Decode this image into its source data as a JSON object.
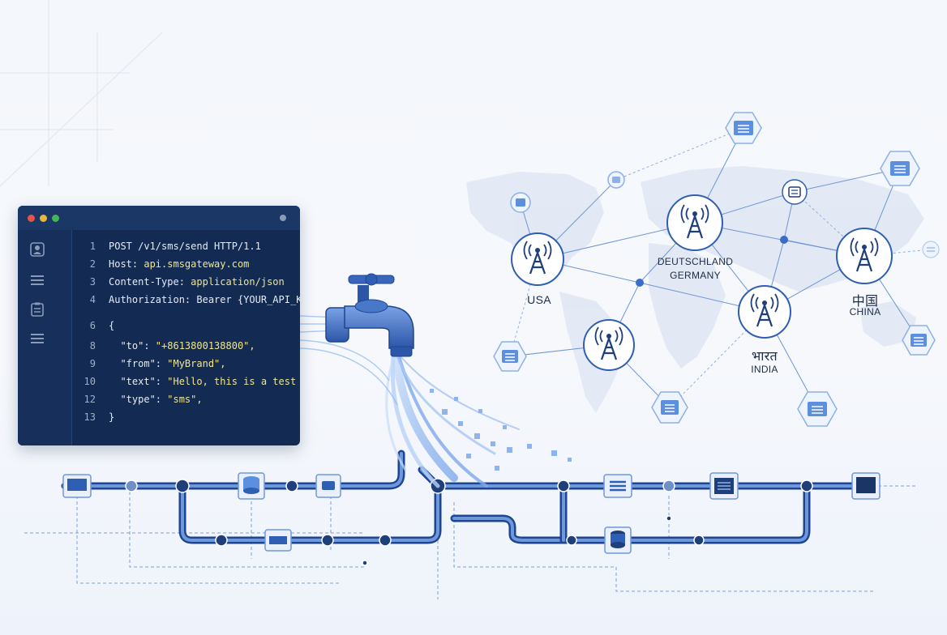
{
  "code": {
    "lines": [
      {
        "n": "1",
        "key": "POST /v1/sms/send HTTP/1.1",
        "val": ""
      },
      {
        "n": "2",
        "key": "Host: ",
        "val": "api.smsgateway.com"
      },
      {
        "n": "3",
        "key": "Content-Type: ",
        "val": "application/json"
      },
      {
        "n": "4",
        "key": "Authorization: Bearer {YOUR_API_KEY}",
        "val": ""
      },
      {
        "n": "6",
        "key": "{",
        "val": ""
      },
      {
        "n": "8",
        "key": "  \"to\": ",
        "val": "\"+8613800138800\","
      },
      {
        "n": "9",
        "key": "  \"from\": ",
        "val": "\"MyBrand\","
      },
      {
        "n": "10",
        "key": "  \"text\": ",
        "val": "\"Hello, this is a test message.\""
      },
      {
        "n": "12",
        "key": "  \"type\": ",
        "val": "\"sms\","
      },
      {
        "n": "13",
        "key": "}",
        "val": ""
      }
    ]
  },
  "regions": {
    "usa": "USA",
    "germany_native": "DEUTSCHLAND",
    "germany": "GERMANY",
    "china_native": "中国",
    "china": "CHINA",
    "india_native": "भारत",
    "india": "INDIA"
  },
  "colors": {
    "accent": "#2f5fb3",
    "pipe": "#3a66bd",
    "node": "#1f3f7a",
    "code_bg": "#132a52",
    "water": "#8fb8ef"
  }
}
